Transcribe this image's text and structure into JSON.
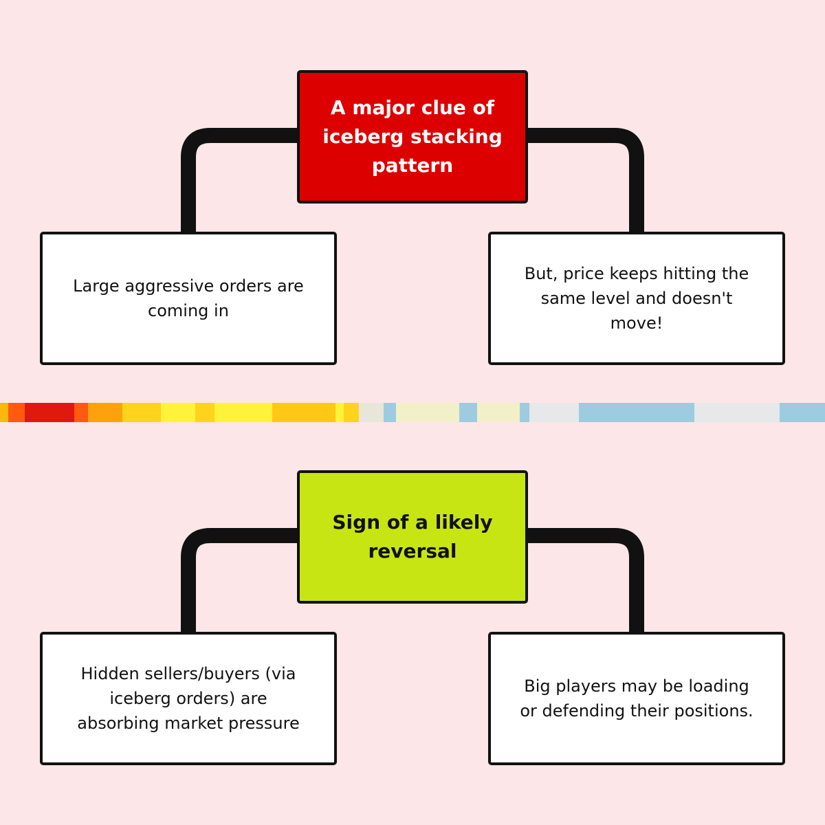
{
  "sections": [
    {
      "title": "A major clue of iceberg stacking pattern",
      "title_bg": "#dd0000",
      "title_color": "#ffffff",
      "left": "Large aggressive orders are coming in",
      "right": "But, price keeps hitting the same level and doesn't move!"
    },
    {
      "title": "Sign of a likely reversal",
      "title_bg": "#c7e512",
      "title_color": "#111111",
      "left": "Hidden sellers/buyers (via iceberg orders) are absorbing market pressure",
      "right": "Big players may be loading or defending their positions."
    }
  ],
  "colors": {
    "background": "#fce6e7",
    "border": "#111111",
    "leaf_bg": "#ffffff"
  },
  "strip_colors": [
    "#fbb70d",
    "#ff5a0d",
    "#dd1a0d",
    "#ff5a0d",
    "#ffa10d",
    "#ffd21e",
    "#fff23a",
    "#ffd21e",
    "#fff23a",
    "#ffc814",
    "#fff23a",
    "#ffd21e",
    "#e8e6d8",
    "#9ecbe0",
    "#f2f0c8",
    "#9ecbe0",
    "#f2f0c8",
    "#9ecbe0",
    "#e6e8ea",
    "#9ecbe0",
    "#e6e8ea",
    "#9ecbe0"
  ]
}
